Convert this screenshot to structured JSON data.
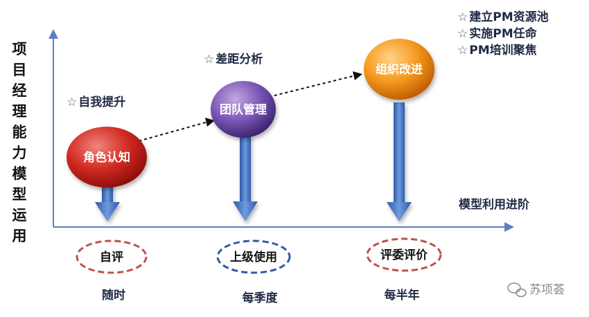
{
  "y_axis_title": "项目经理能力模型运用",
  "x_axis_title": "模型利用进阶",
  "nodes": [
    {
      "label": "角色认知",
      "colors": [
        "#f0847c",
        "#d22a22",
        "#8e0e0a"
      ]
    },
    {
      "label": "团队管理",
      "colors": [
        "#c4a8e2",
        "#7a56b6",
        "#3e2470"
      ]
    },
    {
      "label": "组织改进",
      "colors": [
        "#ffd48a",
        "#f5991d",
        "#c25d00"
      ]
    }
  ],
  "notes": {
    "n1": "自我提升",
    "n2": "差距分析",
    "n3": [
      "建立PM资源池",
      "实施PM任命",
      "PM培训聚焦"
    ]
  },
  "star_glyph": "☆",
  "evaluations": [
    {
      "label": "自评",
      "border_color": "#c0504d"
    },
    {
      "label": "上级使用",
      "border_color": "#2e5aa8"
    },
    {
      "label": "评委评价",
      "border_color": "#c0504d"
    }
  ],
  "frequencies": [
    "随时",
    "每季度",
    "每半年"
  ],
  "watermark": "苏项荟",
  "colors": {
    "axis": "#5b7fbf",
    "arrow": "#3e6fc2",
    "dash": "#111111"
  }
}
